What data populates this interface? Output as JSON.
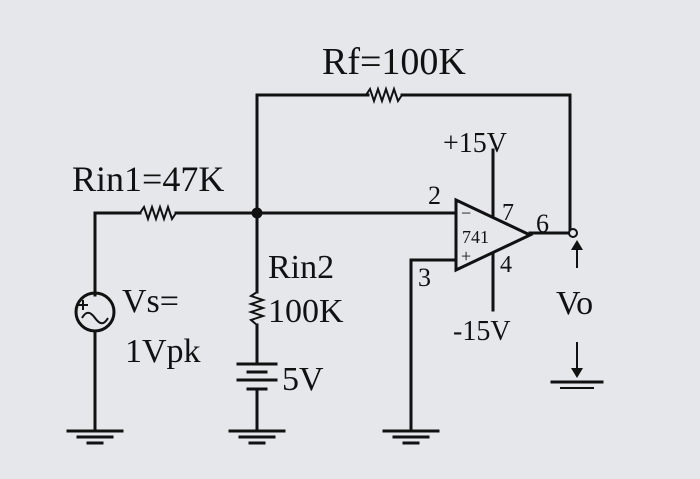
{
  "circuit": {
    "rf_label": "Rf=100K",
    "rin1_label": "Rin1=47K",
    "rin2_name": "Rin2",
    "rin2_value": "100K",
    "vs_name": "Vs=",
    "vs_value": "1Vpk",
    "battery_label": "5V",
    "pos_supply": "+15V",
    "neg_supply": "-15V",
    "opamp_name": "741",
    "pin_2": "2",
    "pin_3": "3",
    "pin_4": "4",
    "pin_6": "6",
    "pin_7": "7",
    "minus_sign": "−",
    "plus_sign": "+",
    "output_label": "Vo"
  }
}
